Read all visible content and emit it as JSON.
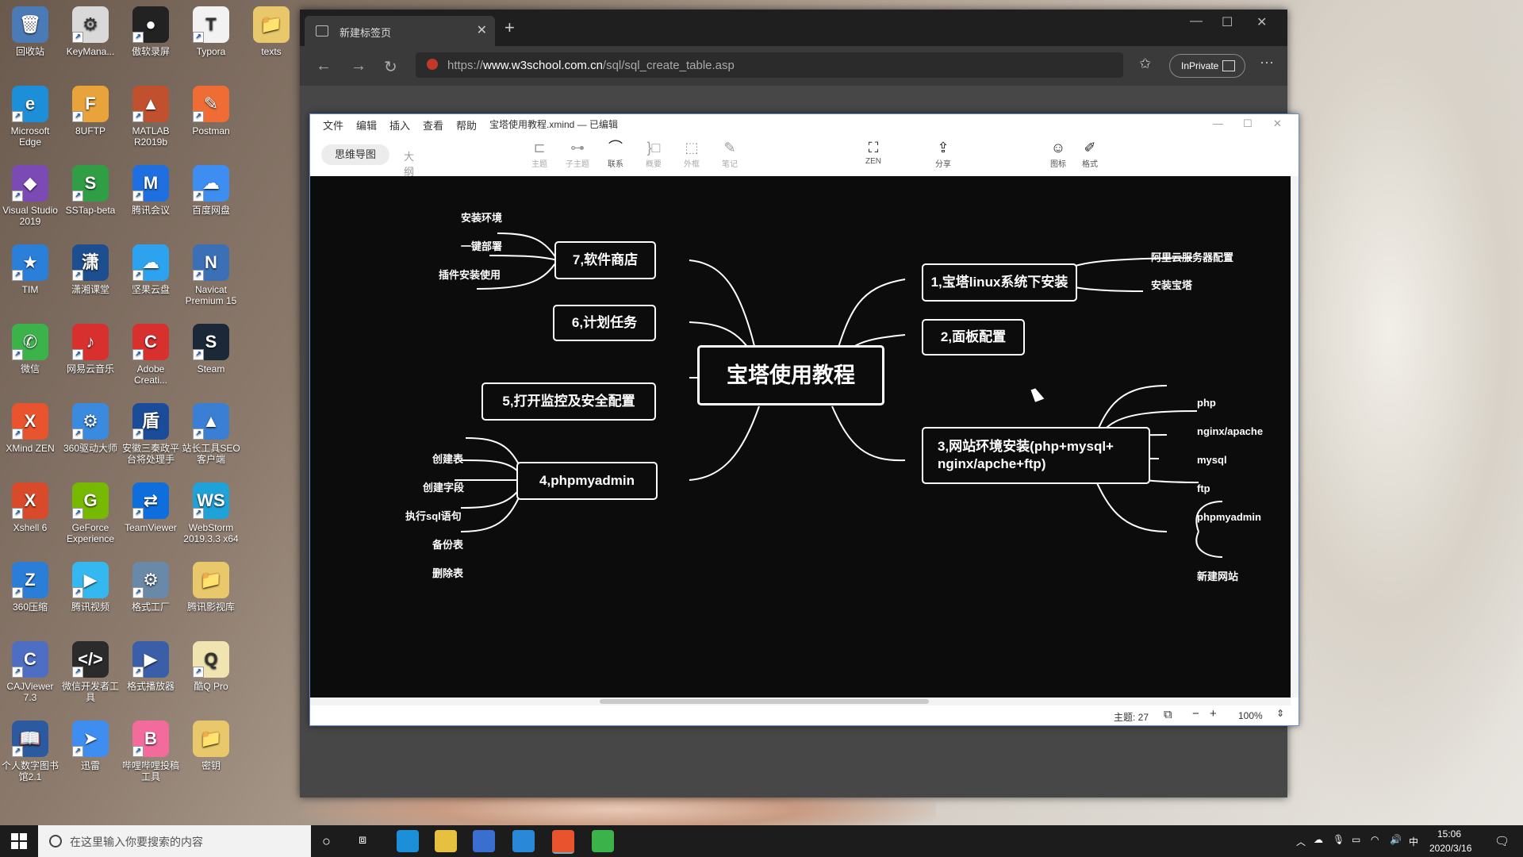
{
  "desktop": {
    "icons": [
      {
        "label": "回收站",
        "color": "#4a7bb7",
        "glyph": "🗑"
      },
      {
        "label": "KeyMana...",
        "color": "#d9d9d9",
        "glyph": "⚙"
      },
      {
        "label": "傲软录屏",
        "color": "#222222",
        "glyph": "●"
      },
      {
        "label": "Typora",
        "color": "#f2f2f2",
        "glyph": "T"
      },
      {
        "label": "texts",
        "color": "#e8c86a",
        "glyph": "📁"
      },
      {
        "label": "Microsoft Edge",
        "color": "#1d8fd8",
        "glyph": "e"
      },
      {
        "label": "8UFTP",
        "color": "#e8a33a",
        "glyph": "F"
      },
      {
        "label": "MATLAB R2019b",
        "color": "#c1502e",
        "glyph": "▲"
      },
      {
        "label": "Postman",
        "color": "#ef6c35",
        "glyph": "✎"
      },
      {
        "label": "Visual Studio 2019",
        "color": "#7b4ab5",
        "glyph": "◆"
      },
      {
        "label": "SSTap-beta",
        "color": "#2f9e44",
        "glyph": "S"
      },
      {
        "label": "腾讯会议",
        "color": "#1f6fe0",
        "glyph": "M"
      },
      {
        "label": "百度网盘",
        "color": "#3d8ef0",
        "glyph": "☁"
      },
      {
        "label": "TIM",
        "color": "#2a7fd9",
        "glyph": "★"
      },
      {
        "label": "潇湘课堂",
        "color": "#1d4e8f",
        "glyph": "潇"
      },
      {
        "label": "坚果云盘",
        "color": "#2da3f0",
        "glyph": "☁"
      },
      {
        "label": "Navicat Premium 15",
        "color": "#3b6fb6",
        "glyph": "N"
      },
      {
        "label": "微信",
        "color": "#3bb34a",
        "glyph": "✆"
      },
      {
        "label": "网易云音乐",
        "color": "#d82f2f",
        "glyph": "♪"
      },
      {
        "label": "Adobe Creati...",
        "color": "#d82f2f",
        "glyph": "C"
      },
      {
        "label": "Steam",
        "color": "#1b2838",
        "glyph": "S"
      },
      {
        "label": "XMind ZEN",
        "color": "#e9542f",
        "glyph": "X"
      },
      {
        "label": "360驱动大师",
        "color": "#3a8be0",
        "glyph": "⚙"
      },
      {
        "label": "安徽三秦政平台将处理手",
        "color": "#1b4c9a",
        "glyph": "盾"
      },
      {
        "label": "站长工具SEO客户端",
        "color": "#3a7fd4",
        "glyph": "▲"
      },
      {
        "label": "Xshell 6",
        "color": "#d84a2a",
        "glyph": "X"
      },
      {
        "label": "GeForce Experience",
        "color": "#76b900",
        "glyph": "G"
      },
      {
        "label": "TeamViewer",
        "color": "#0e6edb",
        "glyph": "⇄"
      },
      {
        "label": "WebStorm 2019.3.3 x64",
        "color": "#1fa2d8",
        "glyph": "WS"
      },
      {
        "label": "360压缩",
        "color": "#2b7ed8",
        "glyph": "Z"
      },
      {
        "label": "腾讯视频",
        "color": "#35b8f0",
        "glyph": "▶"
      },
      {
        "label": "格式工厂",
        "color": "#6a88a8",
        "glyph": "⚙"
      },
      {
        "label": "腾讯影视库",
        "color": "#e8c86a",
        "glyph": "📁"
      },
      {
        "label": "CAJViewer 7.3",
        "color": "#4d6ec2",
        "glyph": "C"
      },
      {
        "label": "微信开发者工具",
        "color": "#2b2b2b",
        "glyph": "</>"
      },
      {
        "label": "格式播放器",
        "color": "#3a5ea8",
        "glyph": "▶"
      },
      {
        "label": "酷Q Pro",
        "color": "#f0e4b0",
        "glyph": "Q"
      },
      {
        "label": "个人数字图书馆2.1",
        "color": "#2c5aa0",
        "glyph": "📖"
      },
      {
        "label": "迅雷",
        "color": "#3d8ef0",
        "glyph": "➤"
      },
      {
        "label": "哔哩哔哩投稿工具",
        "color": "#f36b9a",
        "glyph": "B"
      },
      {
        "label": "密钥",
        "color": "#e8c86a",
        "glyph": "📁"
      }
    ]
  },
  "browser": {
    "tab_title": "新建标签页",
    "url_prefix": "https://",
    "url_host": "www.w3school.com.cn",
    "url_path": "/sql/sql_create_table.asp",
    "inprivate_label": "InPrivate"
  },
  "xmind": {
    "menu": [
      "文件",
      "编辑",
      "插入",
      "查看",
      "帮助"
    ],
    "doc_title": "宝塔使用教程.xmind — 已编辑",
    "view_modes": {
      "mindmap": "思维导图",
      "outline": "大纲"
    },
    "toolbar": [
      {
        "name": "topic",
        "label": "主题",
        "icon": "⊏",
        "dark": false
      },
      {
        "name": "subtopic",
        "label": "子主题",
        "icon": "⊶",
        "dark": false
      },
      {
        "name": "relationship",
        "label": "联系",
        "icon": "⌒",
        "dark": true
      },
      {
        "name": "summary",
        "label": "概要",
        "icon": "}□",
        "dark": false
      },
      {
        "name": "boundary",
        "label": "外框",
        "icon": "⬚",
        "dark": false
      },
      {
        "name": "note",
        "label": "笔记",
        "icon": "✎",
        "dark": false
      },
      {
        "name": "zen",
        "label": "ZEN",
        "icon": "⛶",
        "dark": true
      },
      {
        "name": "share",
        "label": "分享",
        "icon": "⇪",
        "dark": true
      },
      {
        "name": "icon",
        "label": "图标",
        "icon": "☺",
        "dark": true
      },
      {
        "name": "format",
        "label": "格式",
        "icon": "✐",
        "dark": true
      }
    ],
    "status": {
      "topic_count": "主题: 27",
      "zoom": "100%"
    },
    "mindmap": {
      "central": "宝塔使用教程",
      "topics": {
        "t1": "1,宝塔linux系统下安装",
        "t2": "2,面板配置",
        "t3a": "3,网站环境安装(php+mysql+",
        "t3b": "nginx/apche+ftp)",
        "t4": "4,phpmyadmin",
        "t5": "5,打开监控及安全配置",
        "t6": "6,计划任务",
        "t7": "7,软件商店"
      },
      "t1_children": [
        "阿里云服务器配置",
        "安装宝塔"
      ],
      "t3_children": [
        "php",
        "nginx/apache",
        "mysql",
        "ftp",
        "phpmyadmin",
        "新建网站"
      ],
      "t4_children": [
        "创建表",
        "创建字段",
        "执行sql语句",
        "备份表",
        "删除表"
      ],
      "t7_children": [
        "安装环境",
        "一键部署",
        "插件安装使用"
      ]
    }
  },
  "taskbar": {
    "search_placeholder": "在这里输入你要搜索的内容",
    "time": "15:06",
    "date": "2020/3/16",
    "ime": "中"
  }
}
